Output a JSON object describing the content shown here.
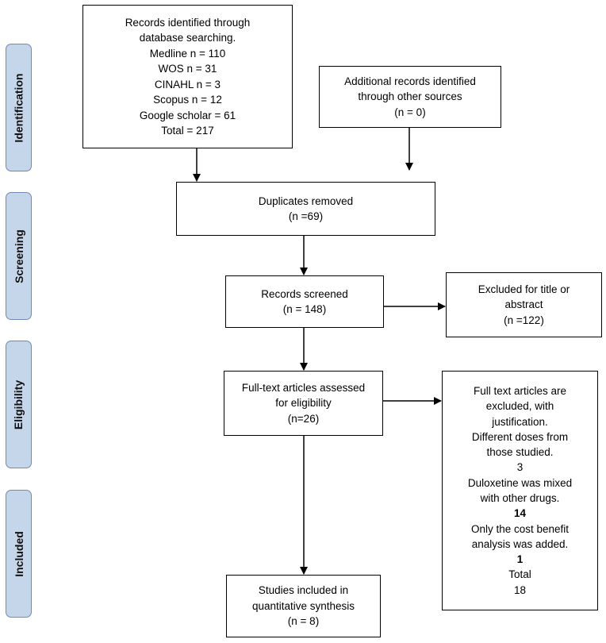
{
  "stages": {
    "identification": "Identification",
    "screening": "Screening",
    "eligibility": "Eligibility",
    "included": "Included"
  },
  "boxes": {
    "database": {
      "lines": [
        "Records identified through",
        "database searching.",
        "Medline n = 110",
        "WOS n = 31",
        "CINAHL n = 3",
        "Scopus n = 12",
        "Google scholar = 61",
        "Total = 217"
      ]
    },
    "other_sources": {
      "lines": [
        "Additional records identified",
        "through other sources",
        "(n = 0)"
      ]
    },
    "duplicates": {
      "lines": [
        "Duplicates removed",
        "(n =69)"
      ]
    },
    "screened": {
      "lines": [
        "Records screened",
        "(n = 148)"
      ]
    },
    "excluded_title": {
      "lines": [
        "Excluded for title or",
        "abstract",
        "(n =122)"
      ]
    },
    "full_text": {
      "lines": [
        "Full-text articles assessed",
        "for eligibility",
        "(n=26)"
      ]
    },
    "excluded_full": {
      "lines": [
        "Full text articles are",
        "excluded, with",
        "justification.",
        "Different doses from",
        "those studied.",
        "3",
        "Duloxetine was mixed",
        "with other drugs.",
        "14",
        "Only the cost benefit",
        "analysis was added.",
        "1",
        "Total",
        "18"
      ]
    },
    "included": {
      "lines": [
        "Studies included in",
        "quantitative synthesis",
        "(n = 8)"
      ]
    }
  }
}
